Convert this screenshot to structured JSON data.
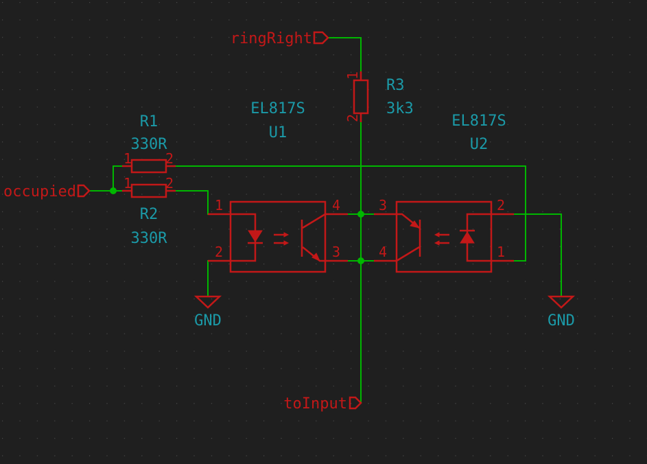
{
  "colors": {
    "background": "#1f1f1f",
    "grid_dot": "#4a4a4a",
    "wire": "#00b700",
    "component": "#c31818",
    "label": "#1b9aa8",
    "net_label": "#c31818"
  },
  "net_labels": {
    "ring_right": "ringRight",
    "occupied": "occupied",
    "to_input": "toInput"
  },
  "components": {
    "r1": {
      "ref": "R1",
      "value": "330R",
      "pin1": "1",
      "pin2": "2"
    },
    "r2": {
      "ref": "R2",
      "value": "330R",
      "pin1": "1",
      "pin2": "2"
    },
    "r3": {
      "ref": "R3",
      "value": "3k3",
      "pin1": "1",
      "pin2": "2"
    },
    "u1": {
      "ref": "U1",
      "value": "EL817S",
      "pin1": "1",
      "pin2": "2",
      "pin3": "3",
      "pin4": "4"
    },
    "u2": {
      "ref": "U2",
      "value": "EL817S",
      "pin1": "1",
      "pin2": "2",
      "pin3": "3",
      "pin4": "4"
    }
  },
  "power": {
    "gnd_left": "GND",
    "gnd_right": "GND"
  }
}
